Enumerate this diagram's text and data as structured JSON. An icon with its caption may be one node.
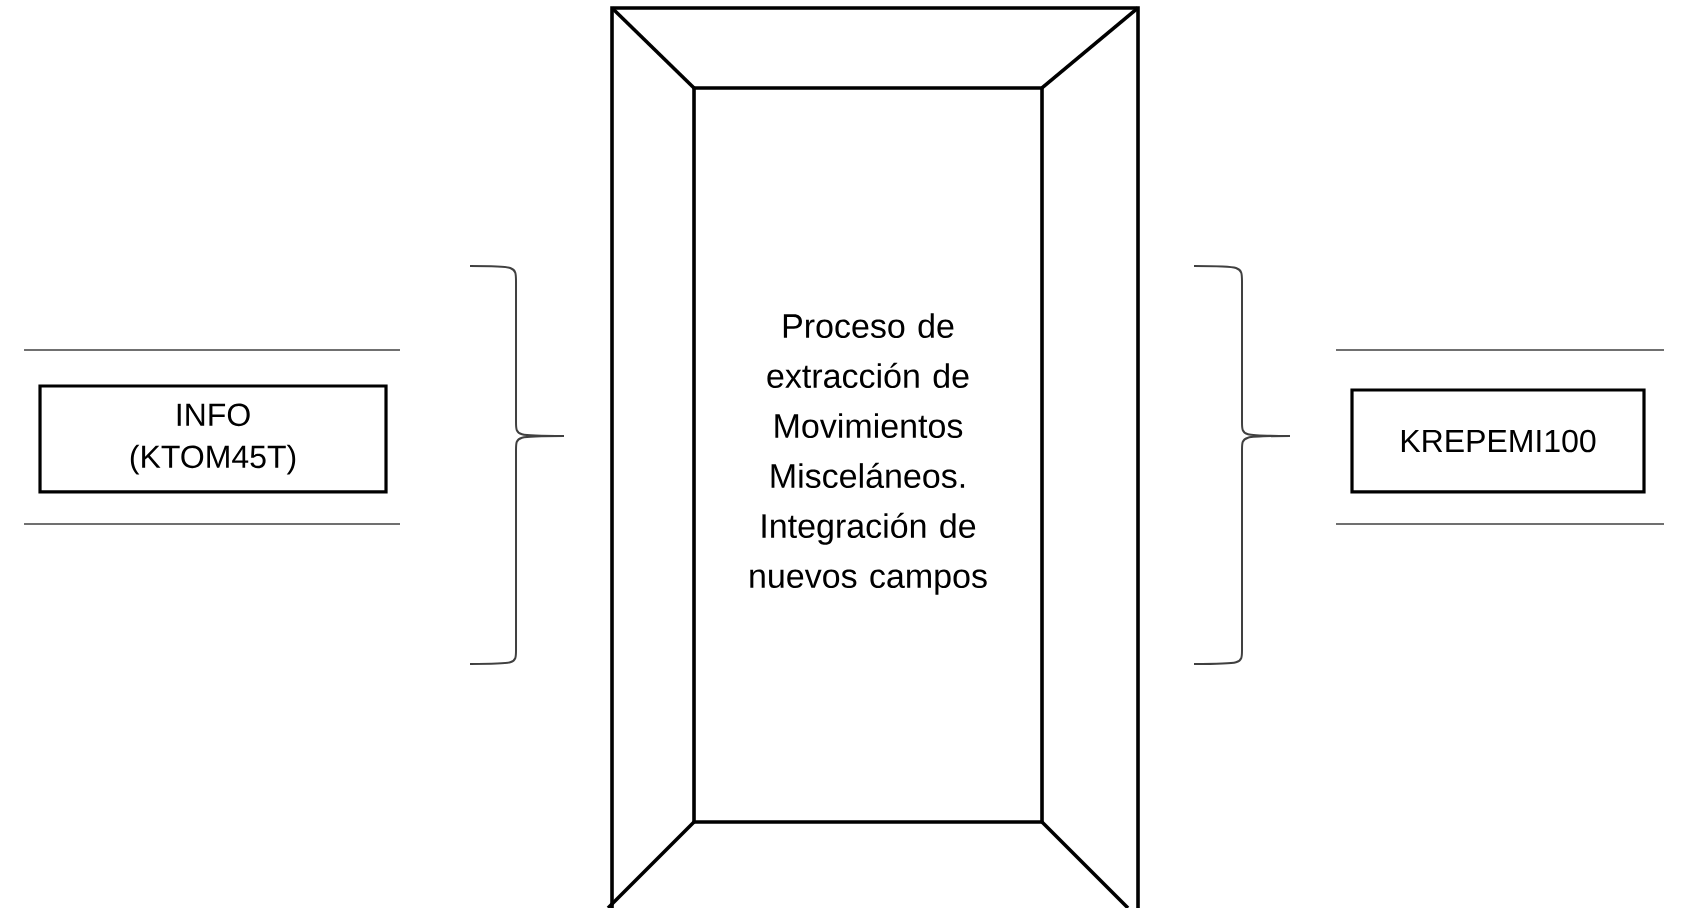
{
  "diagram": {
    "nodes": [
      {
        "text": [
          "INFO (KTOM45T)"
        ]
      },
      {
        "text": [
          "Proceso de extracción de Movimientos Misceláneos. Integración de nuevos campos"
        ]
      },
      {
        "text": [
          "KREPEMI100"
        ]
      }
    ]
  }
}
